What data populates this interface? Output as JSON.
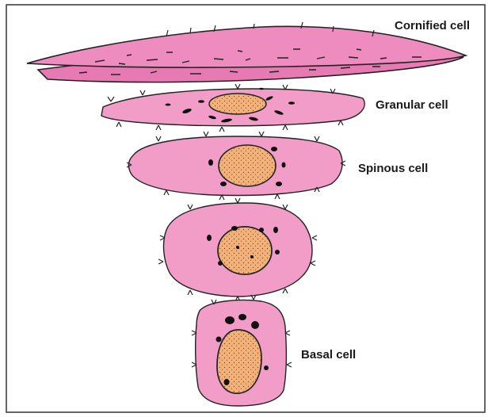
{
  "labels": {
    "cornified": "Cornified cell",
    "granular": "Granular cell",
    "spinous": "Spinous cell",
    "basal": "Basal cell"
  },
  "colors": {
    "cell_fill": "#F29CC8",
    "cornified_fill": "#E77AB3",
    "nucleus_fill": "#F2B27A",
    "outline": "#1a1a1a",
    "frame": "#333333"
  }
}
